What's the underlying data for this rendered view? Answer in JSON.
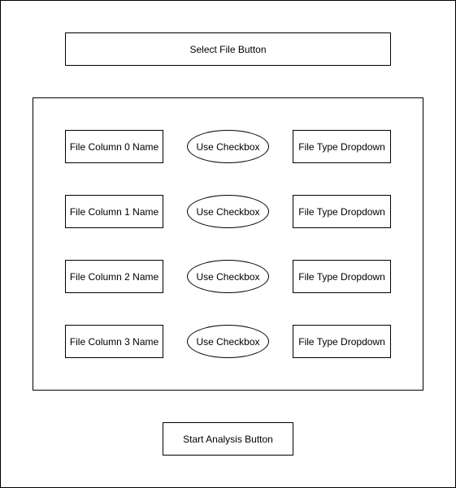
{
  "select_file_button": {
    "label": "Select File Button"
  },
  "rows": [
    {
      "column_name": "File Column 0 Name",
      "checkbox": "Use Checkbox",
      "dropdown": "File Type Dropdown"
    },
    {
      "column_name": "File Column 1 Name",
      "checkbox": "Use Checkbox",
      "dropdown": "File Type Dropdown"
    },
    {
      "column_name": "File Column 2 Name",
      "checkbox": "Use Checkbox",
      "dropdown": "File Type Dropdown"
    },
    {
      "column_name": "File Column 3 Name",
      "checkbox": "Use Checkbox",
      "dropdown": "File Type Dropdown"
    }
  ],
  "start_analysis_button": {
    "label": "Start Analysis Button"
  }
}
